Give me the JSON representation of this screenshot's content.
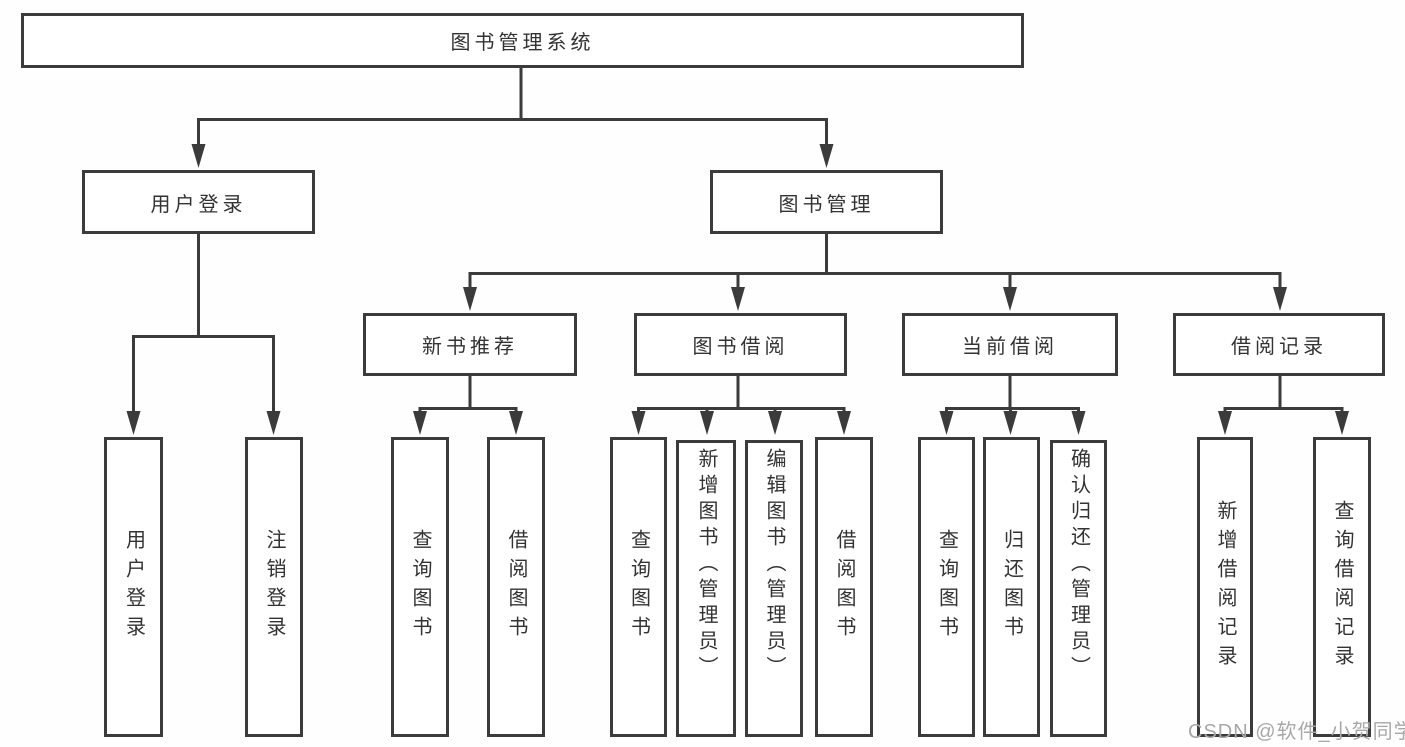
{
  "tree": {
    "label": "图书管理系统",
    "children": [
      {
        "label": "用户登录",
        "children": [
          {
            "label": "用户登录"
          },
          {
            "label": "注销登录"
          }
        ]
      },
      {
        "label": "图书管理",
        "children": [
          {
            "label": "新书推荐",
            "children": [
              {
                "label": "查询图书"
              },
              {
                "label": "借阅图书"
              }
            ]
          },
          {
            "label": "图书借阅",
            "children": [
              {
                "label": "查询图书"
              },
              {
                "label": "新增图书（管理员）"
              },
              {
                "label": "编辑图书（管理员）"
              },
              {
                "label": "借阅图书"
              }
            ]
          },
          {
            "label": "当前借阅",
            "children": [
              {
                "label": "查询图书"
              },
              {
                "label": "归还图书"
              },
              {
                "label": "确认归还（管理员）"
              }
            ]
          },
          {
            "label": "借阅记录",
            "children": [
              {
                "label": "新增借阅记录"
              },
              {
                "label": "查询借阅记录"
              }
            ]
          }
        ]
      }
    ]
  },
  "watermark": {
    "text": "CSDN @软件_小贺同学",
    "color": "#a8a8a8"
  },
  "colors": {
    "line": "#3b3b3b",
    "node_border": "#3b3b3b",
    "node_text": "#333333",
    "background": "#ffffff"
  }
}
